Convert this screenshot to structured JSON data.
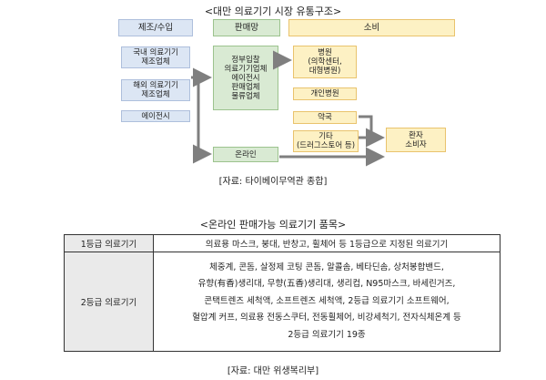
{
  "diagram": {
    "title": "<대만 의료기기 시장 유통구조>",
    "headers": {
      "manufacture": "제조/수입",
      "sales": "판매망",
      "consumption": "소비"
    },
    "makers": [
      "국내 의료기기\n제조업체",
      "해외 의료기기\n제조업체",
      "에이전시"
    ],
    "sales_boxes": {
      "offline": "정부입찰\n의료기기업체\n에이전시\n판매업체\n물류업체",
      "online": "온라인"
    },
    "consumers": {
      "hospital": "병원\n(의학센터,\n대형병원)",
      "clinic": "개인병원",
      "pharmacy": "약국",
      "other": "기타\n(드러그스토어 등)",
      "patient": "환자\n소비자"
    },
    "source": "[자료: 타이베이무역관 종합]"
  },
  "table": {
    "title": "<온라인 판매가능 의료기기 품목>",
    "rows": [
      {
        "grade": "1등급 의료기기",
        "lines": [
          "의료용 마스크, 붕대, 반창고, 휠체어 등 1등급으로 지정된 의료기기"
        ]
      },
      {
        "grade": "2등급 의료기기",
        "lines": [
          "체중계, 콘돔, 살정제 코팅 콘돔, 알콜솜, 베타딘솜, 상처봉합밴드,",
          "유향(有香)생리대, 무향(五香)생리대, 생리컵, N95마스크, 바세린거즈,",
          "콘택트렌즈 세척액, 소프트렌즈 세척액, 2등급 의료기기 소프트웨어,",
          "혈압계 커프, 의료용 전동스쿠터, 전동휠체어, 비강세척기, 전자식체온계 등",
          "2등급 의료기기 19종"
        ]
      }
    ],
    "source": "[자료: 대만 위생복리부]"
  },
  "colors": {
    "manufacture": "#dce6f4",
    "sales": "#d9ead3",
    "consumption": "#fdf1c4",
    "arrow": "#7f7f7f",
    "grade_cell": "#eaeaea"
  }
}
